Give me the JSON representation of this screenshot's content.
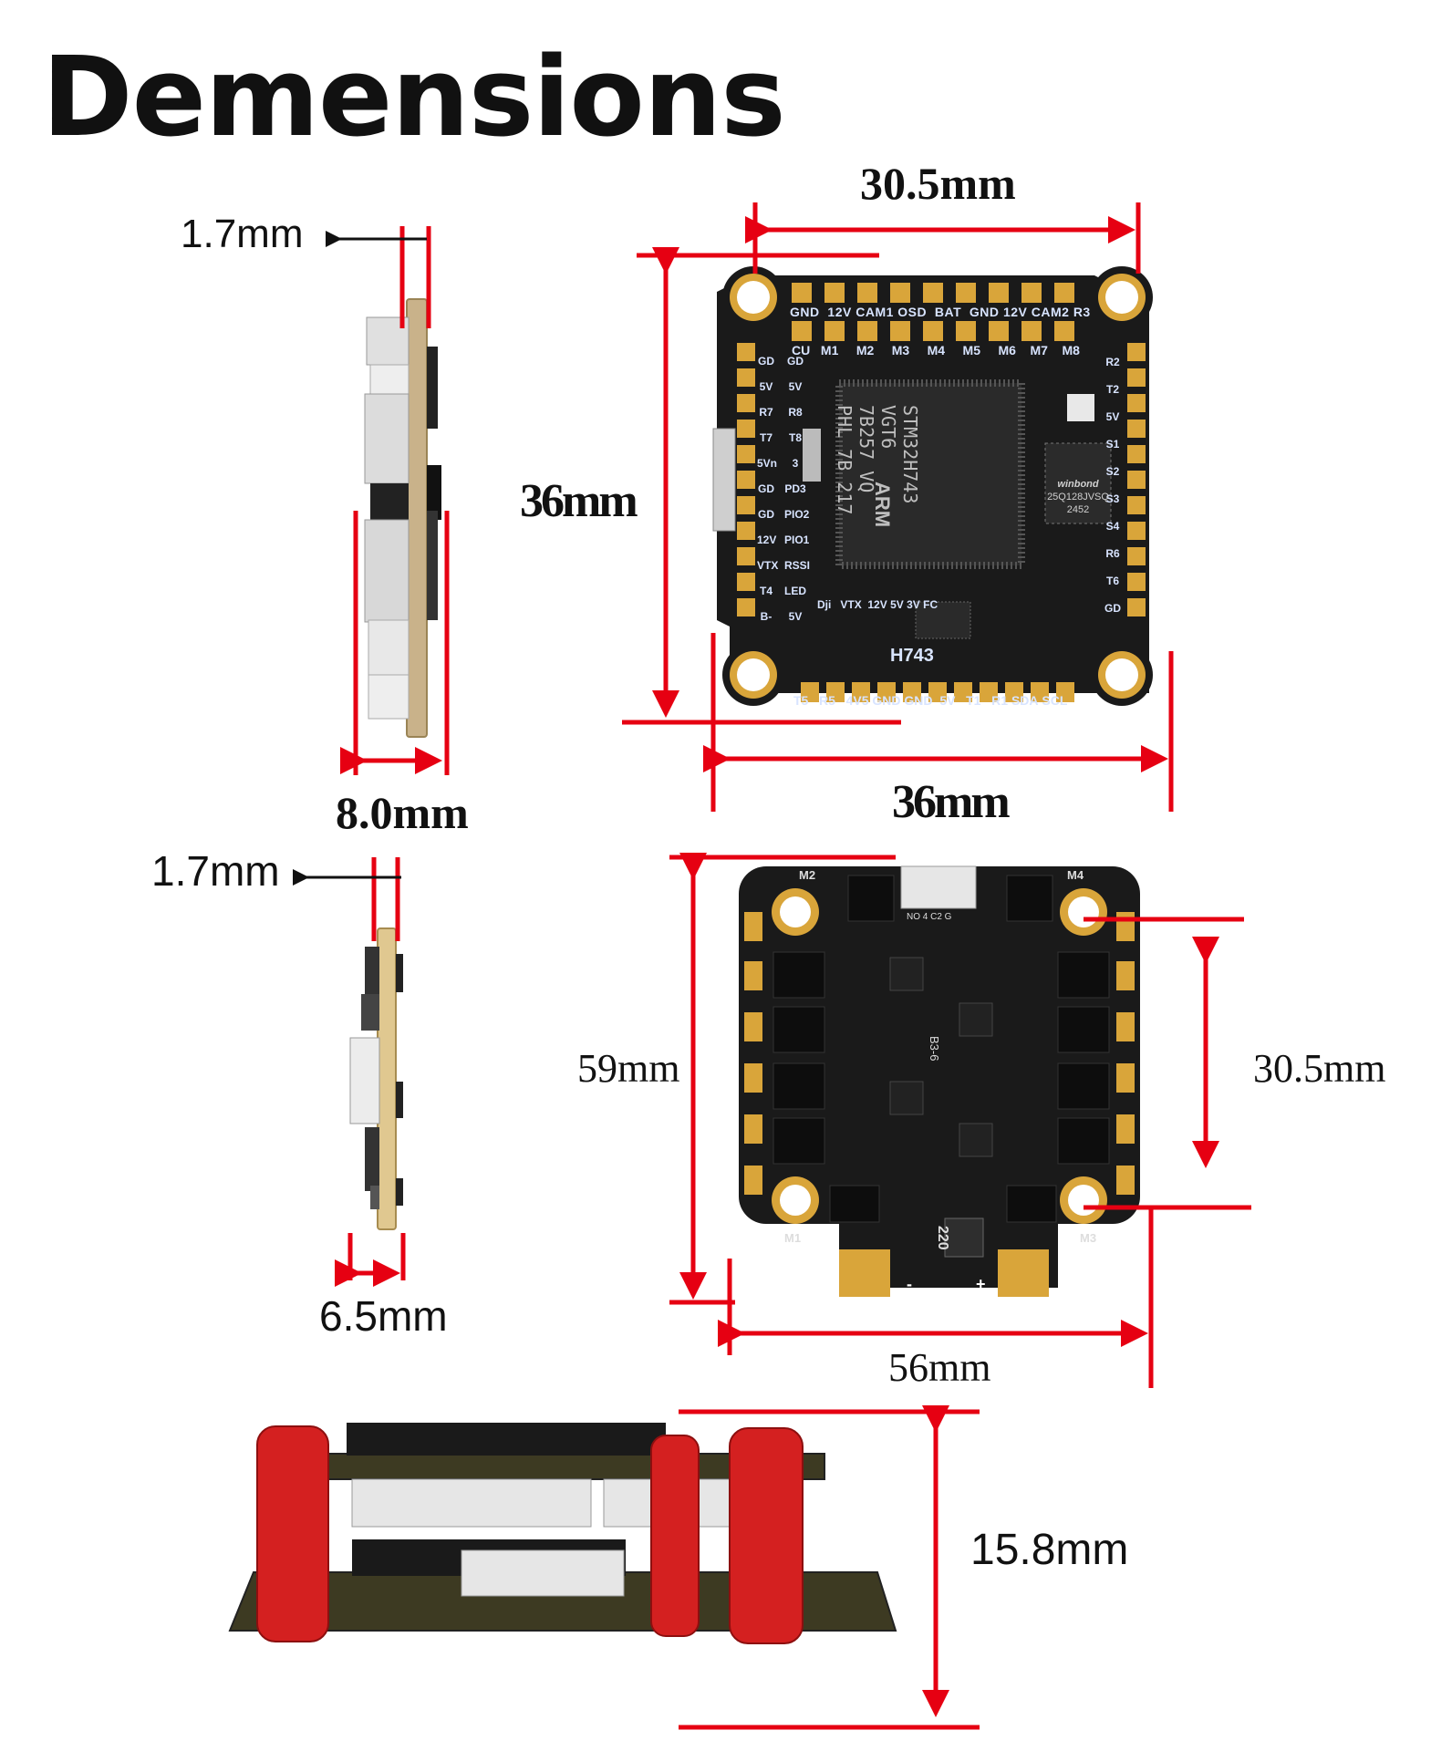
{
  "title": "Demensions",
  "colors": {
    "dimension_line": "#e60012",
    "pcb": "#1a1a1a",
    "gold_pad": "#d9a53a",
    "standoff": "#d42020"
  },
  "fc_top": {
    "silk_top": [
      "GND",
      "12V",
      "CAM1",
      "OSD",
      "BAT",
      "GND",
      "12V",
      "CAM2",
      "R3"
    ],
    "silk_row2": [
      "CU",
      "M1",
      "M2",
      "M3",
      "M4",
      "M5",
      "M6",
      "M7",
      "M8"
    ],
    "silk_left": [
      "GD",
      "5V",
      "R7",
      "T7",
      "5Vn",
      "GD",
      "GD",
      "12V",
      "VTX",
      "T4",
      "B-"
    ],
    "silk_left2": [
      "GD",
      "5V",
      "R8",
      "T8",
      "3",
      "PD3",
      "PIO2",
      "PIO1",
      "RSSI",
      "LED",
      "5V"
    ],
    "silk_right": [
      "R2",
      "T2",
      "5V",
      "S1",
      "S2",
      "S3",
      "S4",
      "R6",
      "T6",
      "GD"
    ],
    "silk_bottom": [
      "T5",
      "R5",
      "4V5",
      "GND",
      "GND",
      "5V",
      "T1",
      "R1",
      "SDA",
      "SCL"
    ],
    "mcu_text": [
      "STM32H743",
      "VGT6",
      "7B257 VQ",
      "PHL 7B 217"
    ],
    "flash_text": [
      "winbond",
      "25Q128JVSQ",
      "2452"
    ],
    "board_label": "H743",
    "brand": "ARM",
    "extra_labels": [
      "Dji",
      "VTX",
      "12V",
      "5V",
      "3V",
      "FC"
    ]
  },
  "esc": {
    "motor_labels": [
      "M2",
      "M4",
      "M1",
      "M3"
    ],
    "inductor": "220",
    "pcb_text": "B3-6",
    "connector_text": "NO 4 C2 G",
    "polarity": [
      "-",
      "+"
    ]
  },
  "dimensions": {
    "fc_side_thickness": "1.7mm",
    "fc_side_height": "8.0mm",
    "fc_mount_spacing": "30.5mm",
    "fc_height": "36mm",
    "fc_width": "36mm",
    "esc_side_thickness": "1.7mm",
    "esc_side_height": "6.5mm",
    "esc_height": "59mm",
    "esc_mount_spacing": "30.5mm",
    "esc_width": "56mm",
    "stack_height": "15.8mm"
  }
}
